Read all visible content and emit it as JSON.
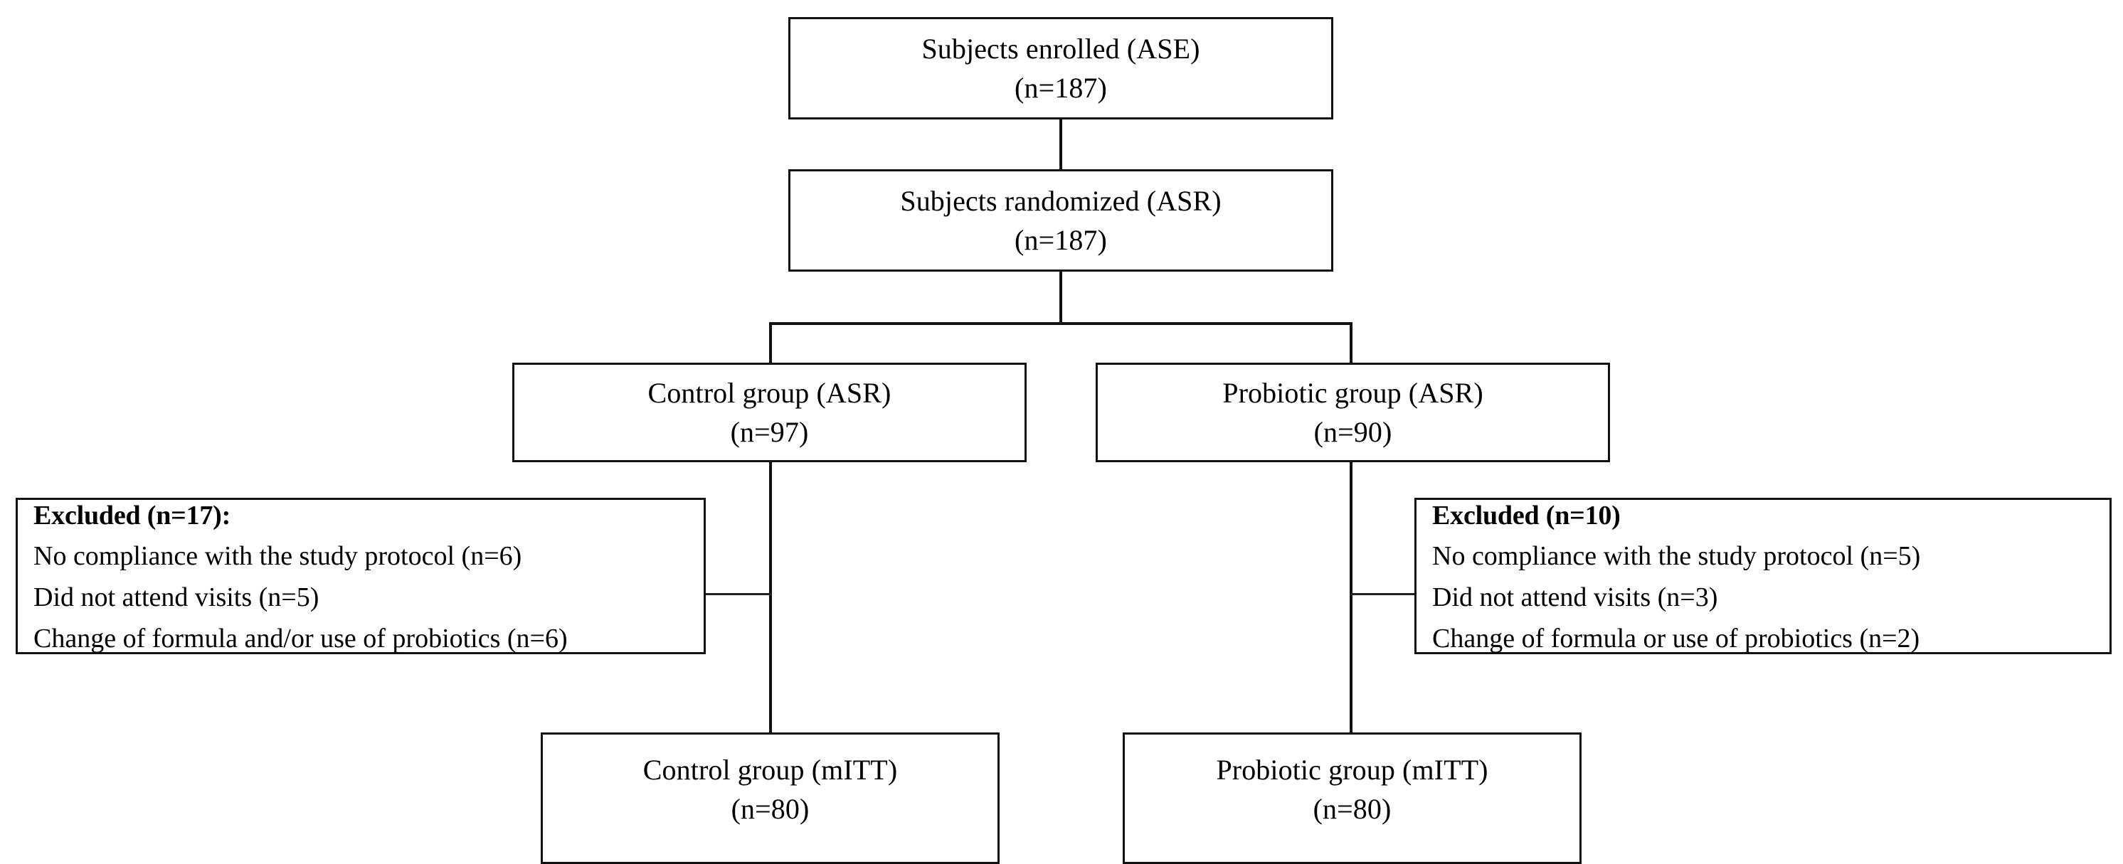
{
  "diagram": {
    "type": "consort-flow-diagram",
    "nodes": {
      "enrolled": {
        "line1": "Subjects enrolled (ASE)",
        "line2": "(n=187)",
        "n": 187
      },
      "randomized": {
        "line1": "Subjects randomized (ASR)",
        "line2": "(n=187)",
        "n": 187
      },
      "control_asr": {
        "line1": "Control group (ASR)",
        "line2": "(n=97)",
        "n": 97
      },
      "probiotic_asr": {
        "line1": "Probiotic group (ASR)",
        "line2": "(n=90)",
        "n": 90
      },
      "control_mitt": {
        "line1": "Control group (mITT)",
        "line2": "(n=80)",
        "n": 80
      },
      "probiotic_mitt": {
        "line1": "Probiotic group (mITT)",
        "line2": "(n=80)",
        "n": 80
      }
    },
    "exclusions": {
      "control": {
        "heading": "Excluded (n=17):",
        "total": 17,
        "reason1": "No compliance with the study protocol (n=6)",
        "reason2": "Did not attend visits (n=5)",
        "reason3": "Change of formula and/or use of probiotics (n=6)"
      },
      "probiotic": {
        "heading": "Excluded (n=10)",
        "total": 10,
        "reason1": "No compliance with the study protocol (n=5)",
        "reason2": "Did not attend visits (n=3)",
        "reason3": "Change of formula or use of probiotics (n=2)"
      }
    },
    "colors": {
      "box_border": "#111111",
      "connector": "#111111",
      "background": "#ffffff",
      "text": "#000000"
    }
  }
}
